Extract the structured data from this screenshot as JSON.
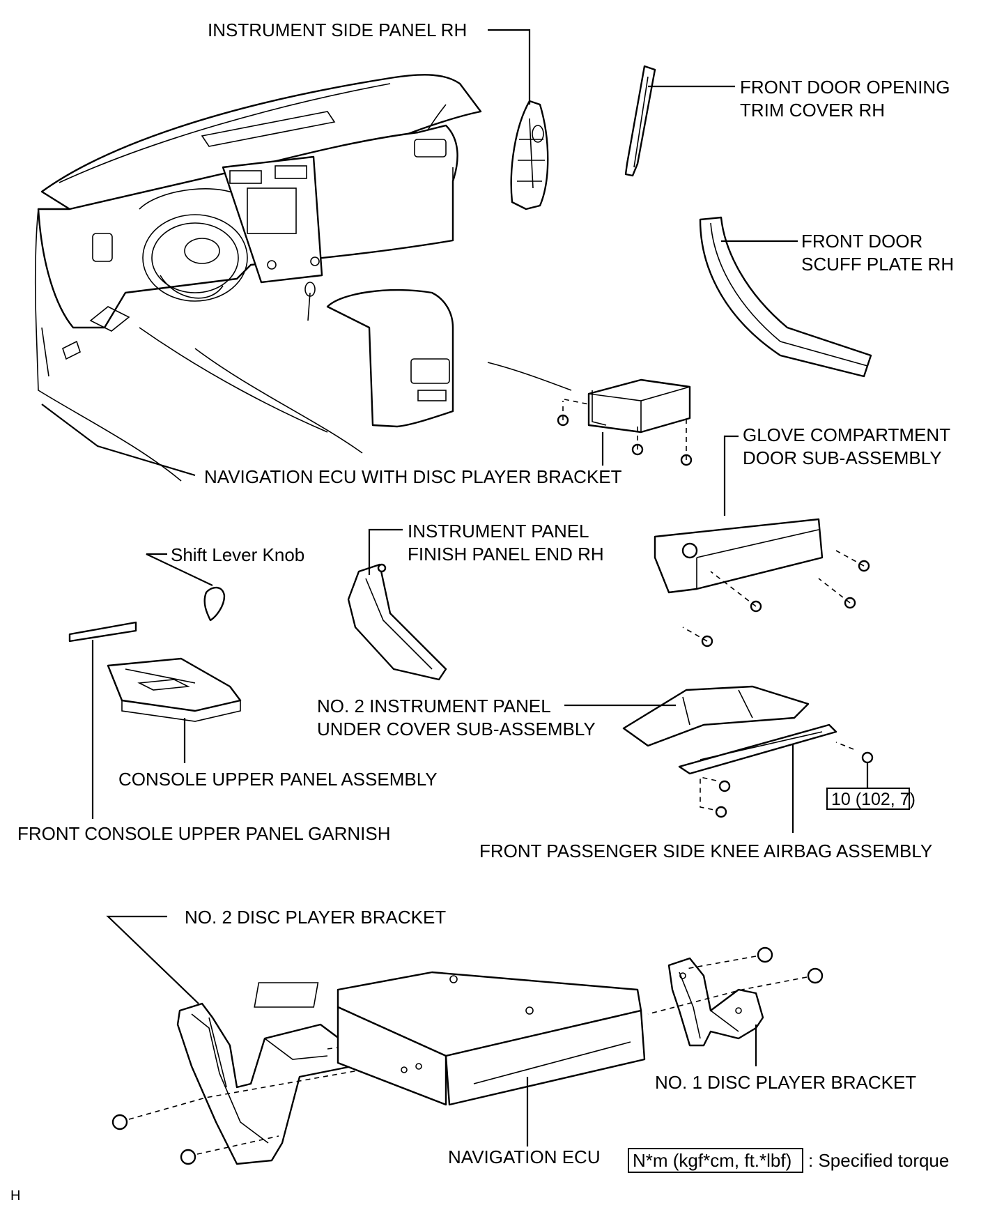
{
  "diagram": {
    "labels": {
      "instrument_side_panel_rh": "INSTRUMENT SIDE PANEL RH",
      "front_door_opening_trim_cover_rh": [
        "FRONT DOOR OPENING",
        "TRIM COVER RH"
      ],
      "front_door_scuff_plate_rh": [
        "FRONT DOOR",
        "SCUFF PLATE RH"
      ],
      "navigation_ecu_with_disc_player_bracket": "NAVIGATION ECU WITH DISC PLAYER BRACKET",
      "glove_compartment_door_sub_assembly": [
        "GLOVE COMPARTMENT",
        "DOOR SUB-ASSEMBLY"
      ],
      "instrument_panel_finish_panel_end_rh": [
        "INSTRUMENT PANEL",
        "FINISH PANEL END RH"
      ],
      "shift_lever_knob": "Shift Lever Knob",
      "no2_instrument_panel_under_cover": [
        "NO. 2 INSTRUMENT PANEL",
        "UNDER COVER SUB-ASSEMBLY"
      ],
      "console_upper_panel_assembly": "CONSOLE UPPER PANEL ASSEMBLY",
      "front_console_upper_panel_garnish": "FRONT CONSOLE UPPER PANEL GARNISH",
      "front_passenger_side_knee_airbag_assembly": "FRONT PASSENGER SIDE KNEE AIRBAG ASSEMBLY",
      "no2_disc_player_bracket": "NO. 2 DISC PLAYER BRACKET",
      "no1_disc_player_bracket": "NO. 1 DISC PLAYER BRACKET",
      "navigation_ecu": "NAVIGATION ECU"
    },
    "torque_value": "10 (102, 7)",
    "legend": {
      "unit_box": "N*m (kgf*cm, ft.*lbf)",
      "text": ": Specified torque"
    },
    "corner_code": "H"
  }
}
